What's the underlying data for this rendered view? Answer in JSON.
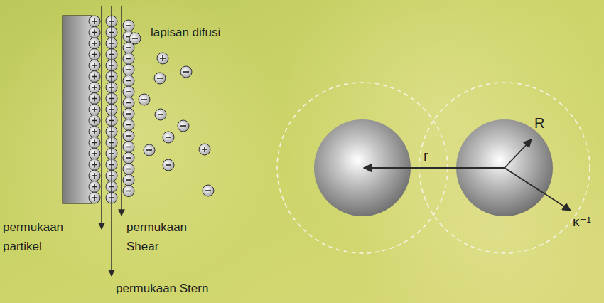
{
  "diagram": {
    "labels": [
      "lapisan difusi",
      "permukaan partikel",
      "permukaan Shear",
      "permukaan Stern",
      "R",
      "r",
      "κ⁻¹"
    ]
  }
}
